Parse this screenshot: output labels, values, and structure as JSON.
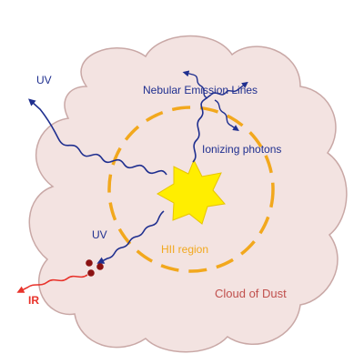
{
  "labels": {
    "uv_top": "UV",
    "nebular": "Nebular Emission Lines",
    "ionizing": "Ionizing photons",
    "uv_inner": "UV",
    "hii": "HII region",
    "ir": "IR",
    "cloud": "Cloud of Dust"
  },
  "colors": {
    "cloud_fill": "#f3e3e1",
    "cloud_stroke": "#c9a8a6",
    "star_fill": "#ffee00",
    "star_stroke": "#e8c400",
    "ring": "#f2a81d",
    "photon": "#1f2f8f",
    "ir": "#e8322a",
    "dust": "#8b1212",
    "cloud_text": "#c0504d",
    "label_blue": "#1f2f8f"
  },
  "icons": {
    "star": "star-icon",
    "dust": "dust-grain-icon"
  }
}
